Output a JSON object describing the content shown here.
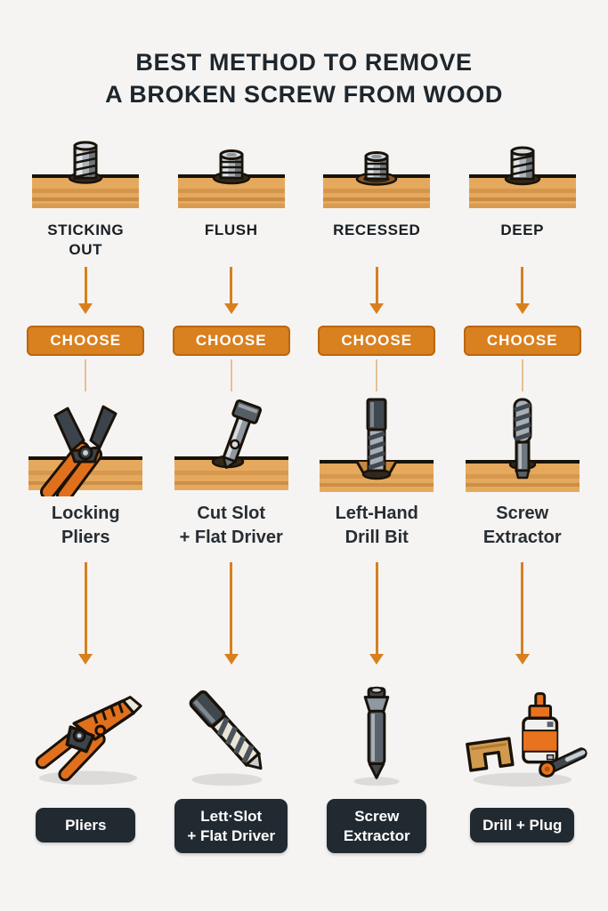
{
  "title": {
    "line1": "BEST METHOD TO REMOVE",
    "line2": "A BROKEN SCREW FROM WOOD"
  },
  "columns": [
    {
      "condition": "STICKING\nOUT",
      "condition_icon": "screw-sticking-out-in-wood",
      "choose_label": "CHOOSE",
      "tool_icon": "locking-pliers-gripping-screw-in-wood",
      "tool": "Locking\nPliers",
      "result_icon": "locking-pliers",
      "result": "Pliers"
    },
    {
      "condition": "FLUSH",
      "condition_icon": "screw-flush-in-wood",
      "choose_label": "CHOOSE",
      "tool_icon": "flat-driver-in-cut-slot-in-wood",
      "tool": "Cut Slot\n+ Flat Driver",
      "result_icon": "drill-bit",
      "result": "Lett·Slot\n+ Flat Driver"
    },
    {
      "condition": "RECESSED",
      "condition_icon": "screw-recessed-in-wood",
      "choose_label": "CHOOSE",
      "tool_icon": "left-hand-drill-bit-in-wood",
      "tool": "Left-Hand\nDrill Bit",
      "result_icon": "screw-extractor",
      "result": "Screw\nExtractor"
    },
    {
      "condition": "DEEP",
      "condition_icon": "screw-deep-in-wood",
      "choose_label": "CHOOSE",
      "tool_icon": "screw-extractor-in-wood",
      "tool": "Screw\nExtractor",
      "result_icon": "glue-bottle-wood-plug-and-drill",
      "result": "Drill + Plug"
    }
  ],
  "colors": {
    "background": "#F5F4F2",
    "accent_orange": "#D9801F",
    "dark_badge": "#212A31",
    "title_text": "#1E262D",
    "wood": "#E5A95E",
    "metal": "#ADB5BC"
  }
}
